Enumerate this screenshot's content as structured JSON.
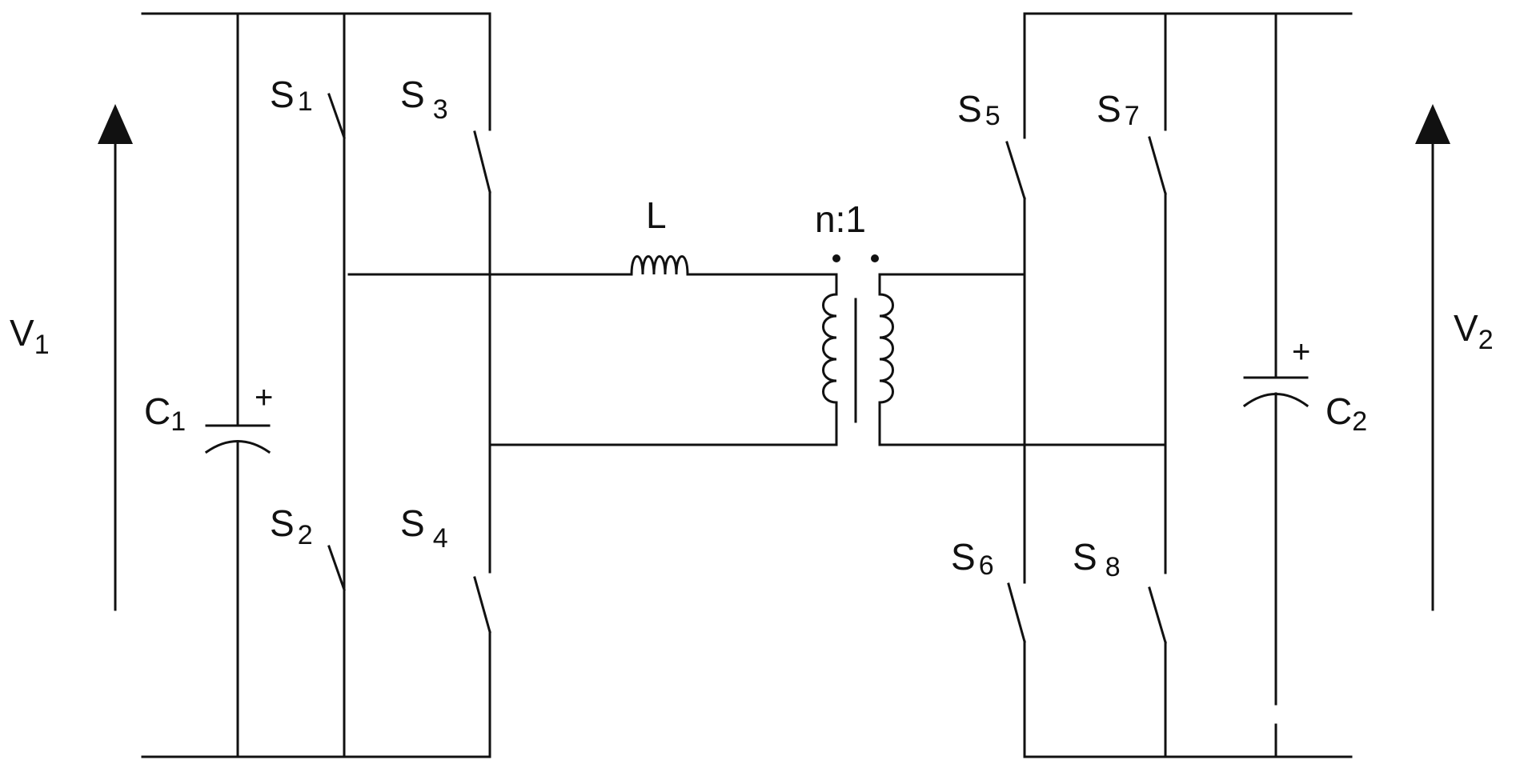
{
  "labels": {
    "v1_main": "V",
    "v1_sub": "1",
    "v2_main": "V",
    "v2_sub": "2",
    "c1_main": "C",
    "c1_sub": "1",
    "c2_main": "C",
    "c2_sub": "2",
    "s1_main": "S",
    "s1_sub": "1",
    "s2_main": "S",
    "s2_sub": "2",
    "s3_main": "S",
    "s3_sub": "3",
    "s4_main": "S",
    "s4_sub": "4",
    "s5_main": "S",
    "s5_sub": "5",
    "s6_main": "S",
    "s6_sub": "6",
    "s7_main": "S",
    "s7_sub": "7",
    "s8_main": "S",
    "s8_sub": "8",
    "inductor": "L",
    "turns_ratio": "n:1",
    "c1_polarity": "+",
    "c2_polarity": "+"
  },
  "colors": {
    "wire": "#111111",
    "background": "#ffffff"
  }
}
